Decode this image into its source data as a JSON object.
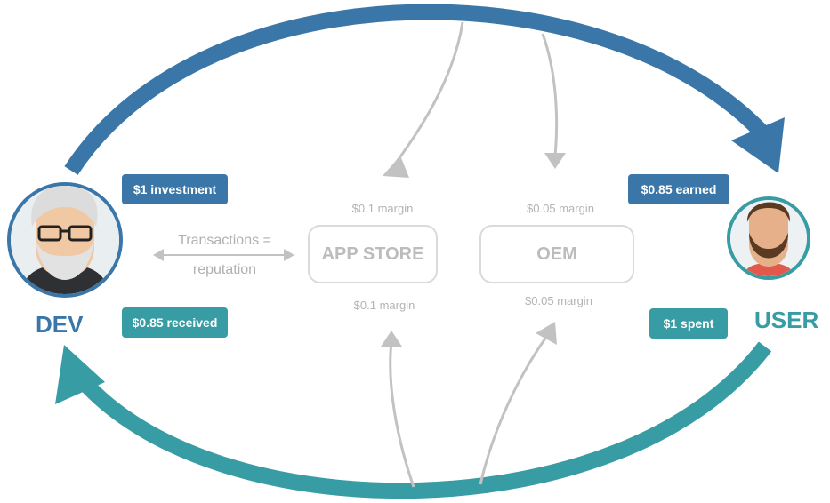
{
  "dev": {
    "label": "DEV"
  },
  "user": {
    "label": "USER"
  },
  "tags": {
    "investment": "$1 investment",
    "received": "$0.85 received",
    "earned": "$0.85 earned",
    "spent": "$1 spent"
  },
  "transactions": {
    "line1": "Transactions =",
    "line2": "reputation"
  },
  "app_store": {
    "label": "APP STORE",
    "margin_top": "$0.1 margin",
    "margin_bottom": "$0.1 margin"
  },
  "oem": {
    "label": "OEM",
    "margin_top": "$0.05 margin",
    "margin_bottom": "$0.05 margin"
  },
  "colors": {
    "blue": "#3a77a8",
    "teal": "#389ca4",
    "grey": "#b3b3b3"
  }
}
